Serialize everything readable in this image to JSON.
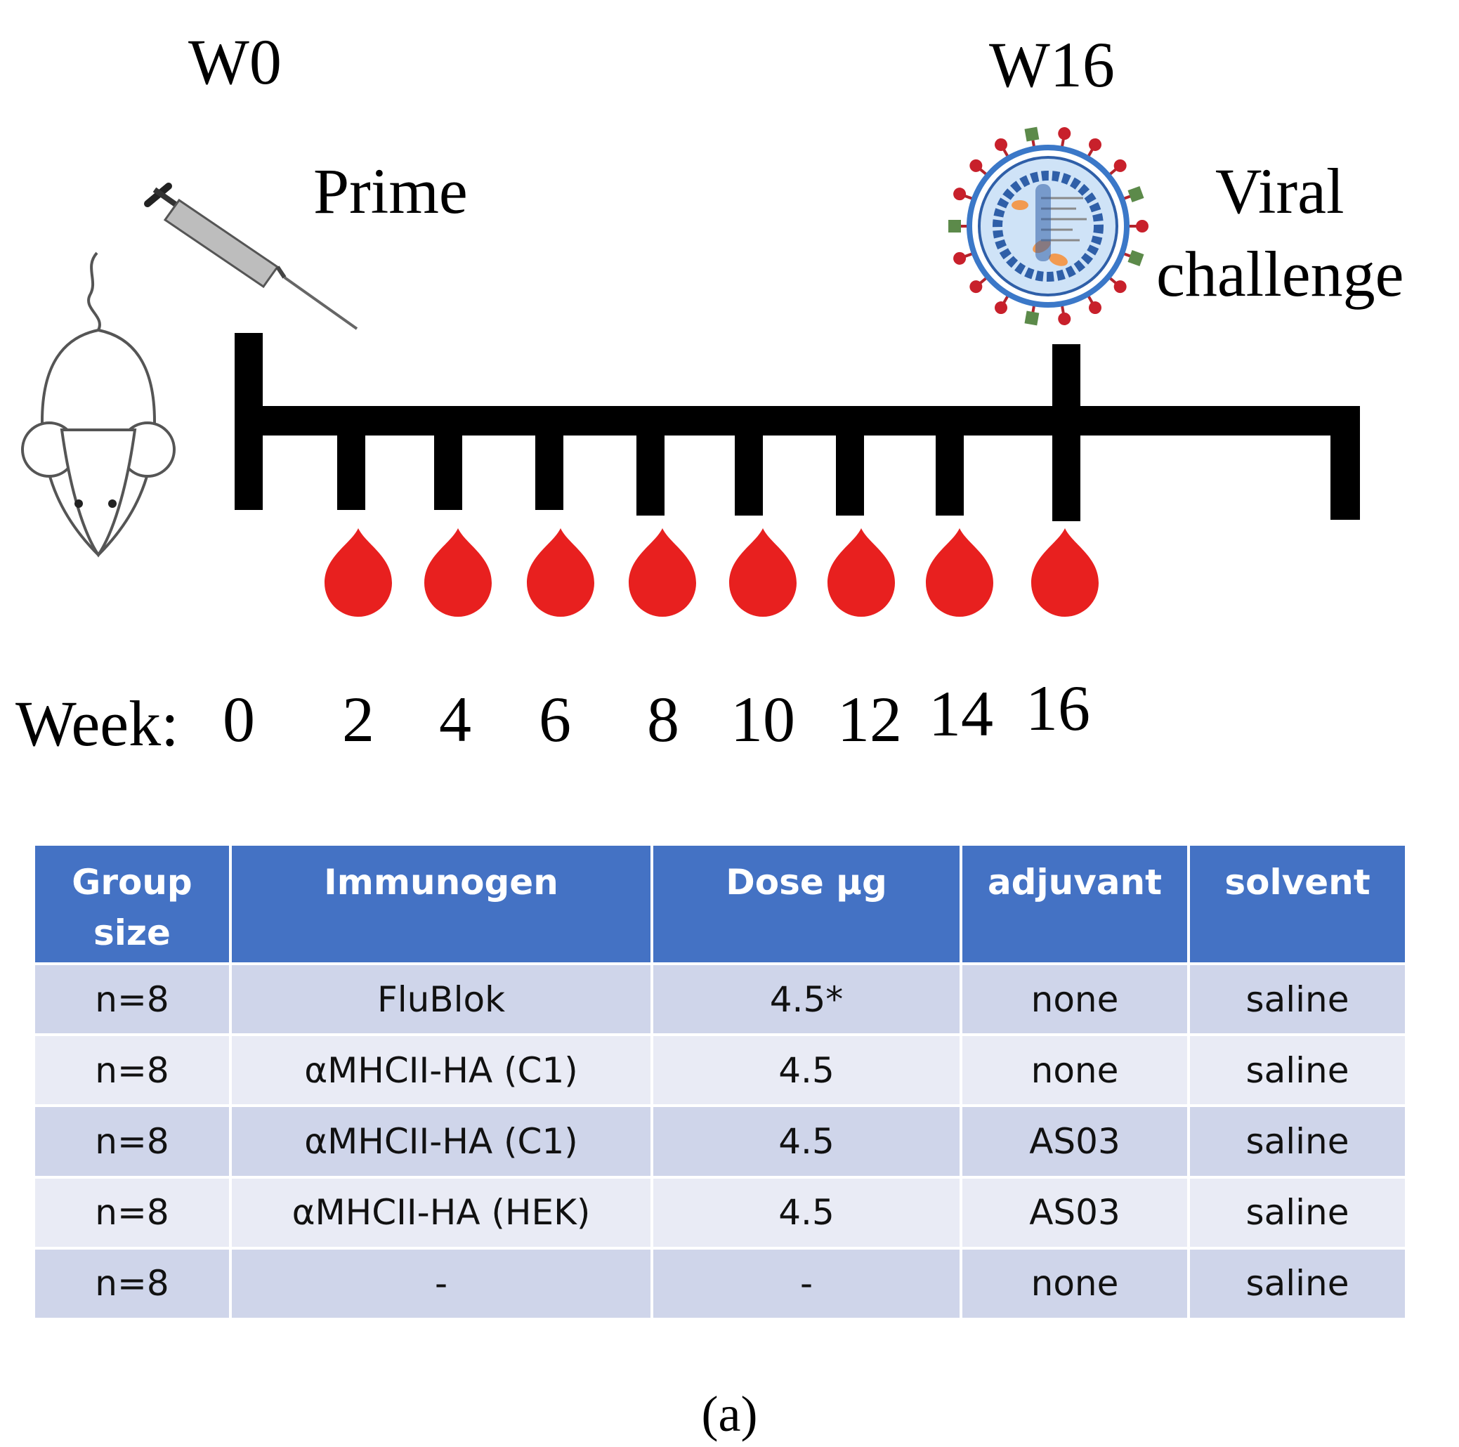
{
  "timeline": {
    "w0_label": "W0",
    "w16_label": "W16",
    "prime_label": "Prime",
    "viral_label_line1": "Viral",
    "viral_label_line2": "challenge",
    "week_prefix": "Week:",
    "weeks": [
      "0",
      "2",
      "4",
      "6",
      "8",
      "10",
      "12",
      "14",
      "16"
    ],
    "blood_draw_count": 8,
    "colors": {
      "line": "#000000",
      "drop": "#e8201f"
    }
  },
  "icons": [
    "mouse-icon",
    "syringe-icon",
    "virus-icon",
    "blood-drop-icon"
  ],
  "table": {
    "headers": [
      "Group size",
      "Immunogen",
      "Dose µg",
      "adjuvant",
      "solvent"
    ],
    "rows": [
      [
        "n=8",
        "FluBlok",
        "4.5*",
        "none",
        "saline"
      ],
      [
        "n=8",
        "αMHCII-HA (C1)",
        "4.5",
        "none",
        "saline"
      ],
      [
        "n=8",
        "αMHCII-HA (C1)",
        "4.5",
        "AS03",
        "saline"
      ],
      [
        "n=8",
        "αMHCII-HA (HEK)",
        "4.5",
        "AS03",
        "saline"
      ],
      [
        "n=8",
        "-",
        "-",
        "none",
        "saline"
      ]
    ],
    "colors": {
      "header": "#4472c4",
      "row_odd": "#cfd5ea",
      "row_even": "#e9ebf5"
    }
  },
  "caption": "(a)"
}
